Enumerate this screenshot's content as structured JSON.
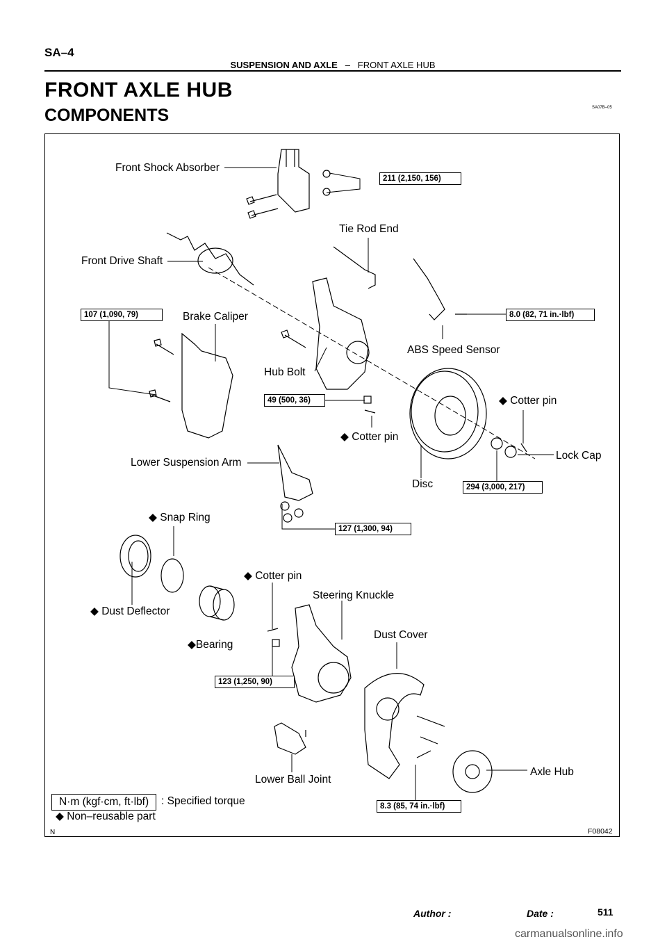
{
  "header": {
    "section_code": "SA–4",
    "section_title_bold": "SUSPENSION AND AXLE",
    "section_sep": "–",
    "section_title_sub": "FRONT AXLE HUB"
  },
  "page_title": "FRONT AXLE HUB",
  "section_heading": "COMPONENTS",
  "doc_id": "SA07B–05",
  "parts": {
    "front_shock_absorber": "Front Shock Absorber",
    "tie_rod_end": "Tie Rod End",
    "front_drive_shaft": "Front Drive Shaft",
    "brake_caliper": "Brake Caliper",
    "abs_speed_sensor": "ABS Speed Sensor",
    "hub_bolt": "Hub Bolt",
    "cotter_pin_right": "◆ Cotter pin",
    "cotter_pin_mid": "◆ Cotter pin",
    "lock_cap": "Lock Cap",
    "lower_suspension_arm": "Lower Suspension Arm",
    "disc": "Disc",
    "snap_ring": "◆ Snap Ring",
    "cotter_pin_low": "◆ Cotter pin",
    "steering_knuckle": "Steering Knuckle",
    "dust_deflector": "◆ Dust Deflector",
    "dust_cover": "Dust Cover",
    "bearing": "◆Bearing",
    "lower_ball_joint": "Lower Ball Joint",
    "axle_hub": "Axle Hub"
  },
  "torques": {
    "shock_bolts": "211 (2,150, 156)",
    "caliper_bolts": "107 (1,090, 79)",
    "abs_sensor_bolt": "8.0 (82, 71 in.·lbf)",
    "tie_rod_nut": "49 (500, 36)",
    "hub_nut": "294 (3,000, 217)",
    "lower_arm_nuts": "127 (1,300, 94)",
    "ball_joint_nut": "123 (1,250, 90)",
    "dust_cover_bolts": "8.3 (85, 74 in.·lbf)"
  },
  "legend": {
    "torque_unit": "N·m (kgf·cm, ft·lbf)",
    "torque_desc": ": Specified torque",
    "non_reusable": "◆ Non–reusable part",
    "n_mark": "N"
  },
  "figure_id": "F08042",
  "footer": {
    "author_label": "Author :",
    "date_label": "Date :",
    "page_number": "511"
  },
  "watermark": "carmanualsonline.info"
}
